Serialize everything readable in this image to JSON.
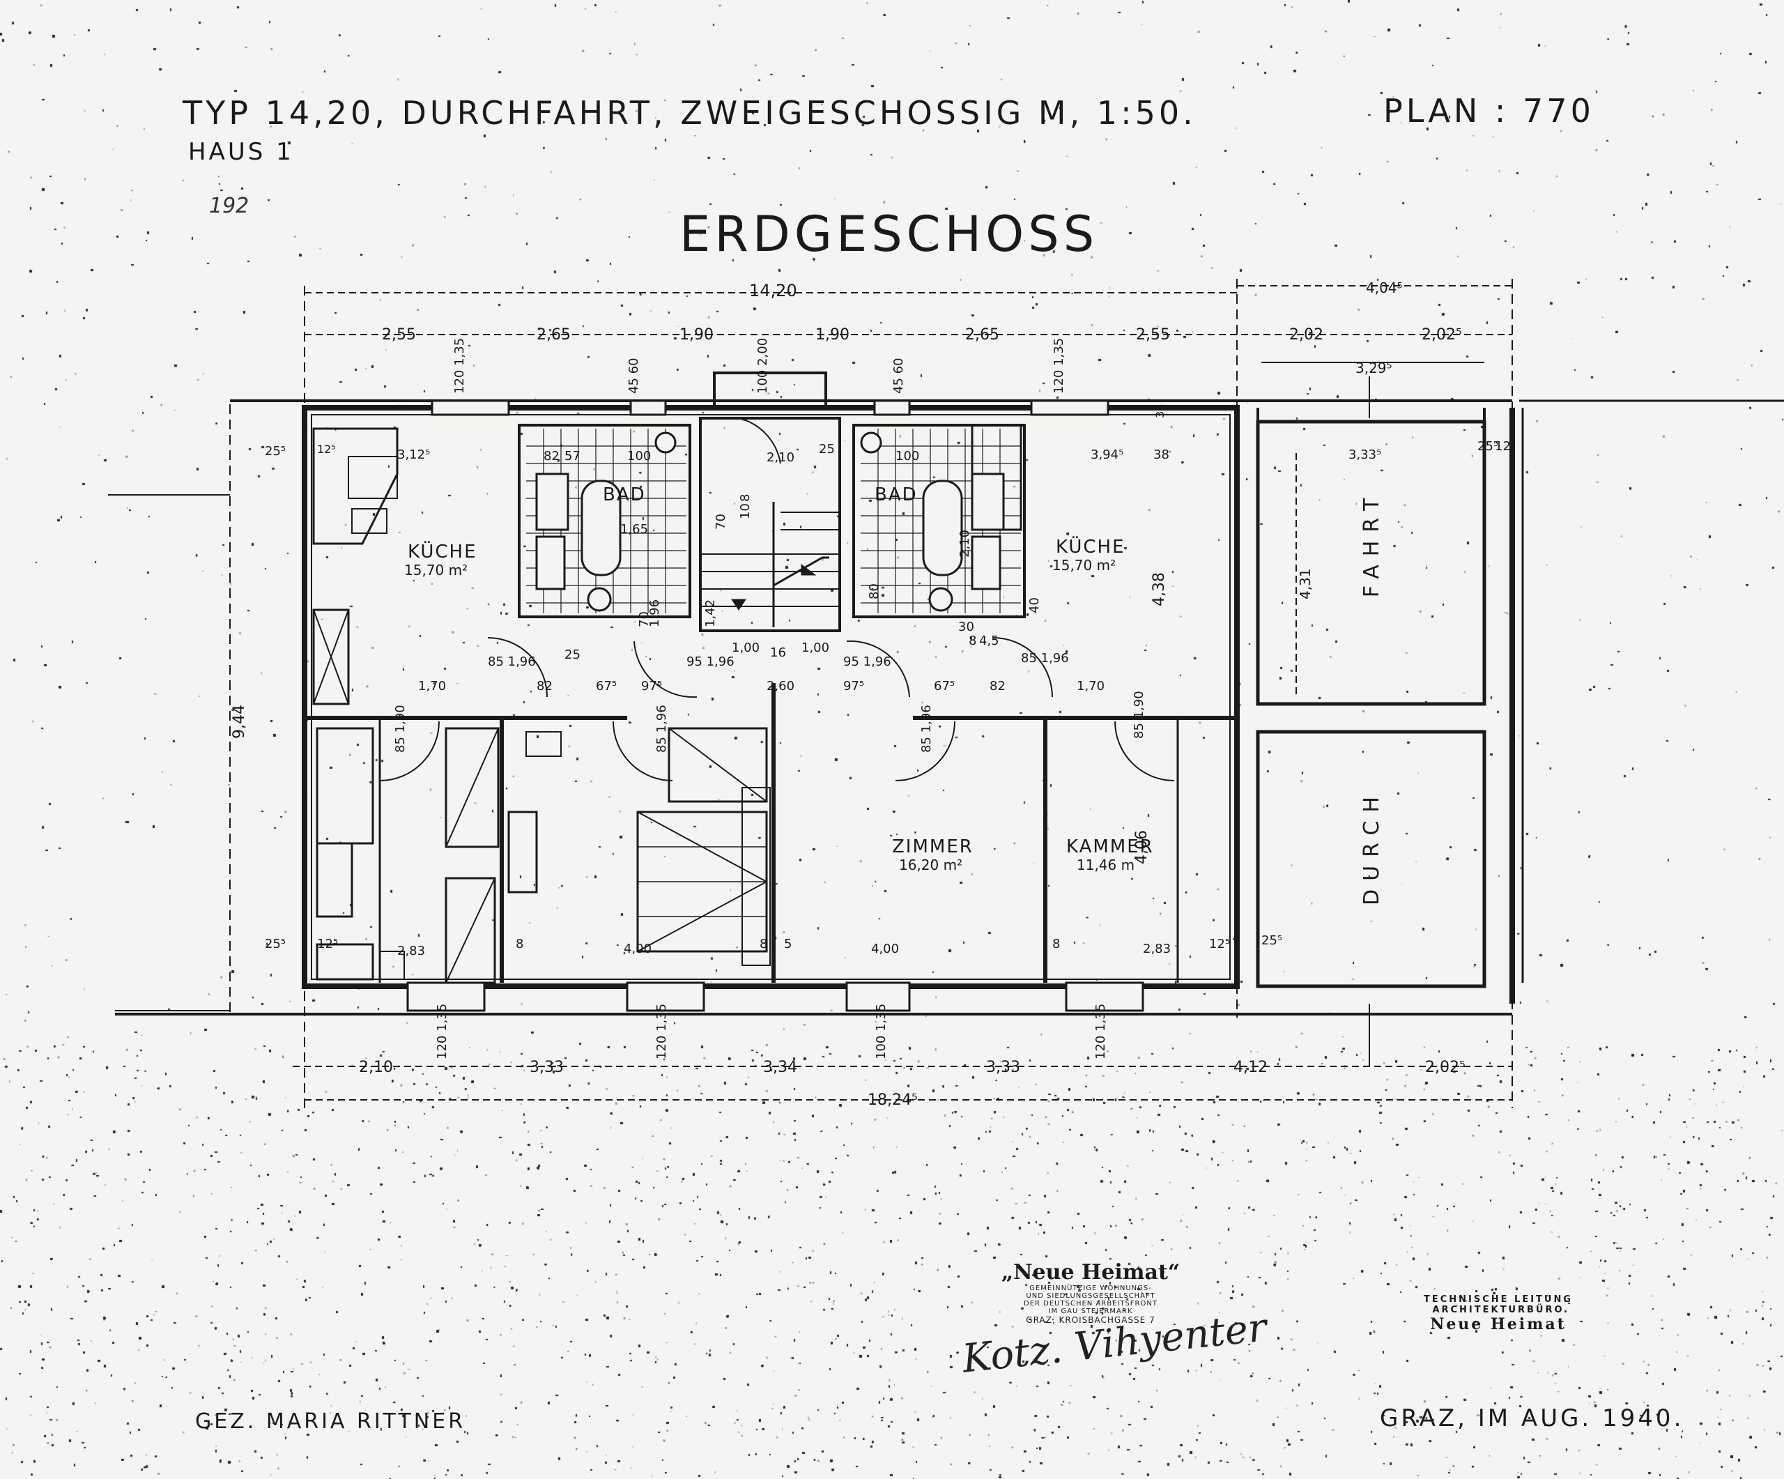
{
  "header": {
    "title": "TYP 14,20, DURCHFAHRT, ZWEIGESCHOSSIG M, 1:50.",
    "plan": "PLAN : 770",
    "house": "HAUS 1",
    "sheet_no": "192",
    "floor": "ERDGESCHOSS"
  },
  "rooms": {
    "kueche_left": "KÜCHE",
    "kueche_left_area": "15,70 m²",
    "bad_left": "BAD",
    "bad_right": "BAD",
    "kueche_right": "KÜCHE",
    "kueche_right_area": "15,70 m²",
    "zimmer": "ZIMMER",
    "zimmer_area": "16,20 m²",
    "kammer": "KAMMER",
    "kammer_area": "11,46 m",
    "fahrt": "FAHRT",
    "durch": "DURCH"
  },
  "dims": {
    "overall_top": "14,20",
    "right_top": "4,04⁵",
    "top_row": [
      "2,55",
      "2,65",
      "1,90",
      "1,90",
      "2,65",
      "2,55",
      "2,02",
      "2,02⁵"
    ],
    "right_sub": "3,29⁵",
    "win_top": [
      "120 1,35",
      "45 60",
      "100 2,00",
      "45 60",
      "120 1,35"
    ],
    "inner_top": [
      "3,12⁵",
      "82",
      "57",
      "100",
      "2,10",
      "25",
      "100",
      "3,94⁵",
      "38",
      "3,33⁵",
      "25⁵",
      "12⁵"
    ],
    "left_side": [
      "25⁵",
      "12⁵",
      "9,44",
      "25⁵"
    ],
    "mid_row": [
      "1,70",
      "82",
      "67⁵",
      "97⁵",
      "2,60",
      "97⁵",
      "67⁵",
      "82",
      "1,70"
    ],
    "doors": [
      "85 1,96",
      "85 1,90",
      "85 1,96",
      "95 1,96",
      "95 1,96",
      "85 1,96",
      "85 1,96",
      "85 1,90"
    ],
    "stairs": [
      "1,00",
      "16",
      "1,00",
      "1,42",
      "70",
      "8",
      "10"
    ],
    "bad_dims": [
      "1,65",
      "25",
      "70",
      "1,96",
      "80",
      "2,10",
      "40",
      "30",
      "8",
      "4,5"
    ],
    "right_vert": [
      "4,38",
      "4,31",
      "4,06",
      "38"
    ],
    "bottom_inner": [
      "12⁵",
      "2,83",
      "8",
      "4,00",
      "8",
      "5",
      "4,00",
      "8",
      "2,83",
      "12⁵",
      "25⁵"
    ],
    "win_bottom": [
      "120 1,35",
      "120 1,35",
      "100 1,35",
      "120 1,35"
    ],
    "bottom_row": [
      "2,10",
      "3,33",
      "3,34",
      "3,33",
      "4,12",
      "2,02⁵"
    ],
    "overall_bottom": "18,24⁵"
  },
  "stamp": {
    "name": "„Neue Heimat“",
    "lines": [
      "GEMEINNÜTZIGE WOHNUNGS-",
      "UND SIEDLUNGSGESELLSCHAFT",
      "DER DEUTSCHEN ARBEITSFRONT",
      "IM GAU STEIERMARK",
      "GRAZ, KROISBACHGASSE 7"
    ],
    "signature": "Kotz. Vihyenter"
  },
  "office": {
    "line1": "TECHNISCHE LEITUNG",
    "line2": "ARCHITEKTURBÜRO",
    "name": "Neue Heimat"
  },
  "footer": {
    "drawn_by": "GEZ. MARIA RITTNER",
    "place_date": "GRAZ, IM AUG. 1940."
  }
}
